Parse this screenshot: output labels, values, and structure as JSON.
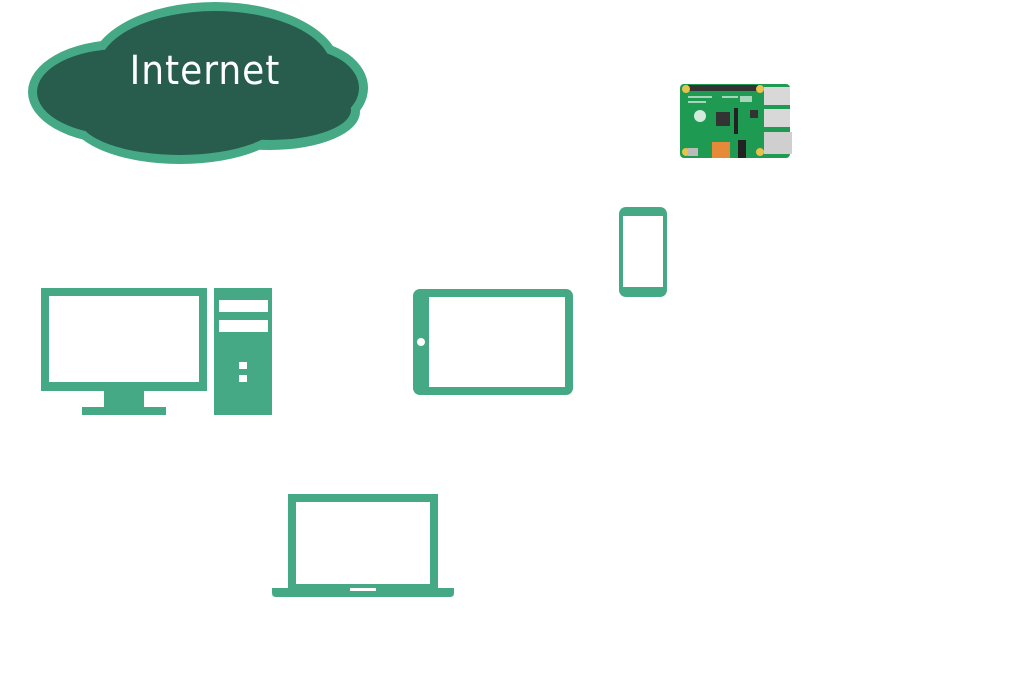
{
  "diagram": {
    "cloud": {
      "label": "Internet",
      "fill": "#285c4d",
      "border": "#46a985"
    },
    "device_color": "#46a985",
    "nodes": [
      {
        "id": "raspberry-pi",
        "kind": "single-board-computer",
        "icon": "raspberry-pi-board-icon"
      },
      {
        "id": "smartphone",
        "kind": "phone",
        "icon": "smartphone-icon"
      },
      {
        "id": "desktop",
        "kind": "desktop-computer",
        "icon": "desktop-computer-icon"
      },
      {
        "id": "tablet",
        "kind": "tablet",
        "icon": "tablet-icon"
      },
      {
        "id": "laptop",
        "kind": "laptop",
        "icon": "laptop-icon"
      }
    ]
  }
}
